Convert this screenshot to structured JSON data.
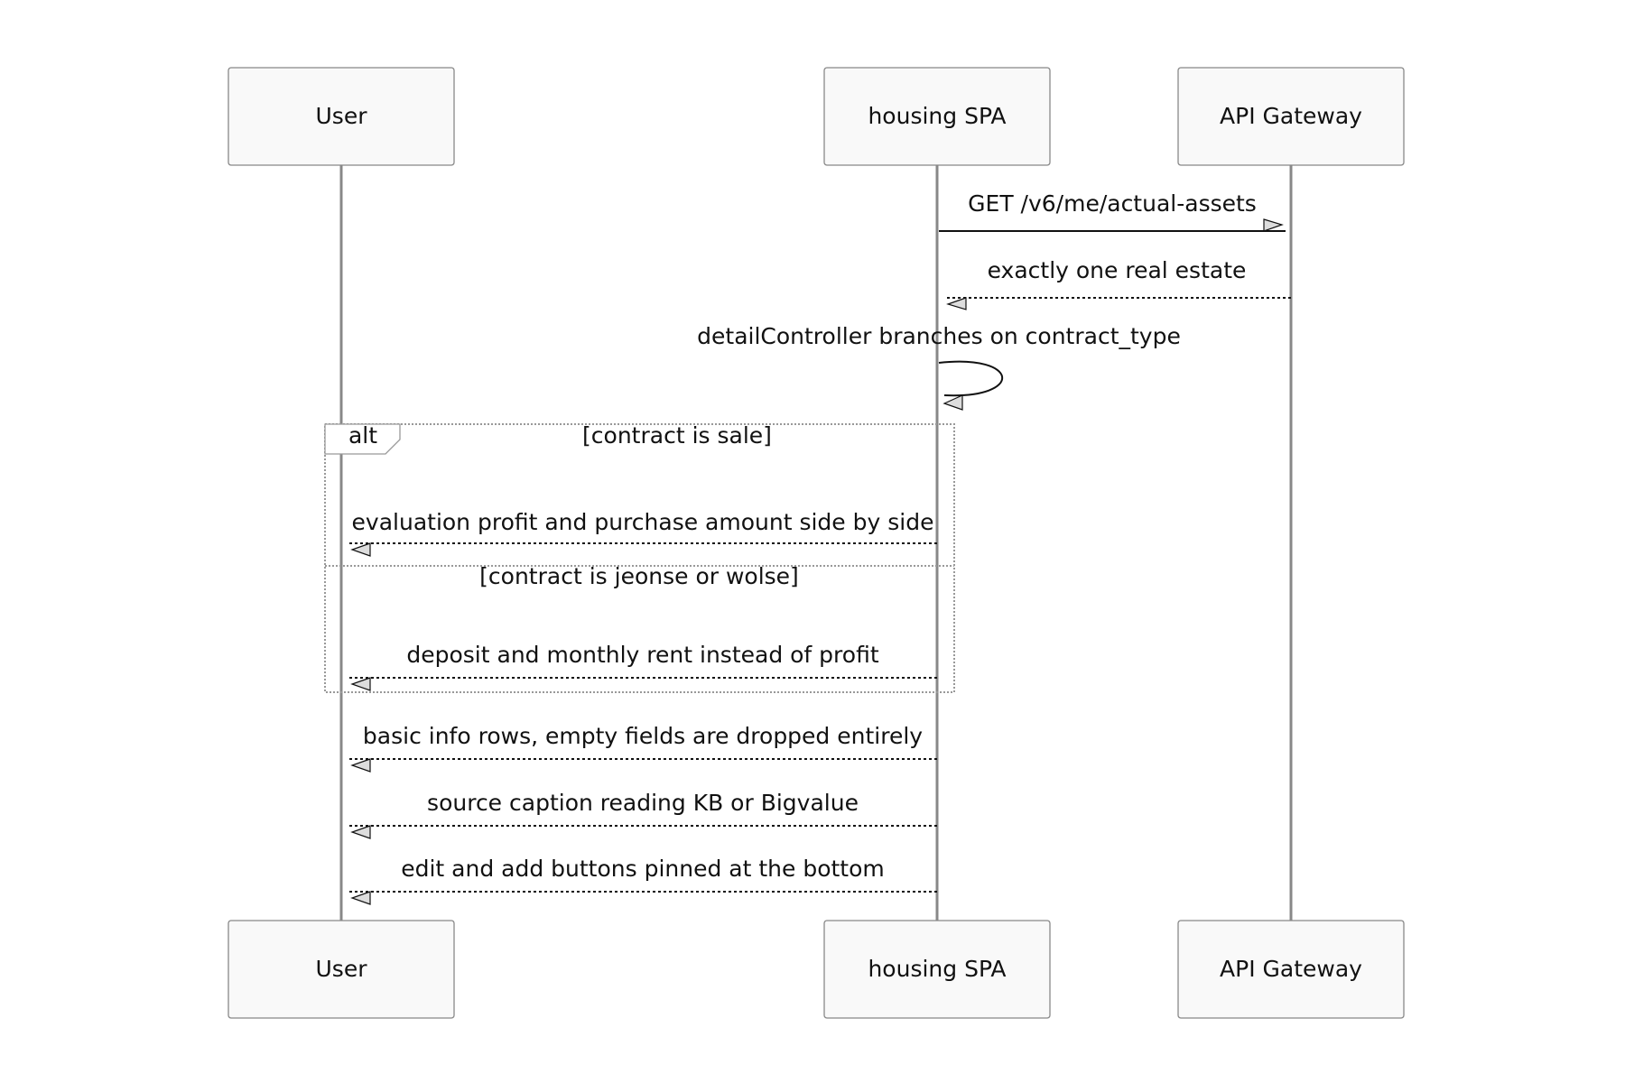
{
  "actors": [
    {
      "id": "user",
      "label": "User"
    },
    {
      "id": "spa",
      "label": "housing SPA"
    },
    {
      "id": "gateway",
      "label": "API Gateway"
    }
  ],
  "messages": [
    {
      "from": "spa",
      "to": "gateway",
      "style": "solid",
      "label": "GET /v6/me/actual-assets"
    },
    {
      "from": "gateway",
      "to": "spa",
      "style": "dashed",
      "label": "exactly one real estate"
    },
    {
      "from": "spa",
      "to": "spa",
      "style": "self",
      "label": "detailController branches on contract_type"
    },
    {
      "from": "spa",
      "to": "user",
      "style": "dashed",
      "label": "evaluation profit and purchase amount side by side"
    },
    {
      "from": "spa",
      "to": "user",
      "style": "dashed",
      "label": "deposit and monthly rent instead of profit"
    },
    {
      "from": "spa",
      "to": "user",
      "style": "dashed",
      "label": "basic info rows, empty fields are dropped entirely"
    },
    {
      "from": "spa",
      "to": "user",
      "style": "dashed",
      "label": "source caption reading KB or Bigvalue"
    },
    {
      "from": "spa",
      "to": "user",
      "style": "dashed",
      "label": "edit and add buttons pinned at the bottom"
    }
  ],
  "alt_frame": {
    "keyword": "alt",
    "sections": [
      {
        "condition": "[contract is sale]"
      },
      {
        "condition": "[contract is jeonse or wolse]"
      }
    ]
  }
}
